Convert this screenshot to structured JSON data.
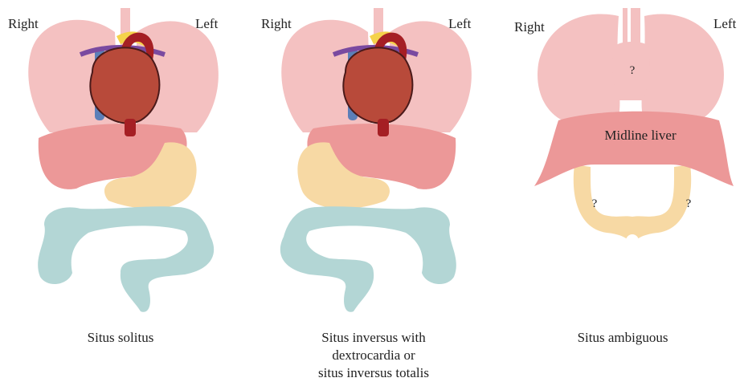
{
  "panels": [
    {
      "right_label": "Right",
      "left_label": "Left",
      "caption": [
        "Situs solitus"
      ]
    },
    {
      "right_label": "Right",
      "left_label": "Left",
      "caption": [
        "Situs inversus with",
        "dextrocardia or",
        "situs inversus totalis"
      ]
    },
    {
      "right_label": "Right",
      "left_label": "Left",
      "caption": [
        "Situs ambiguous"
      ],
      "liver_label": "Midline liver",
      "question_marks": [
        "?",
        "?",
        "?"
      ]
    }
  ],
  "colors": {
    "lung": "#f4c1c1",
    "liver": "#ec9898",
    "stomach": "#f7d9a4",
    "intestine": "#b3d6d5",
    "heart": "#b84a3a",
    "aorta": "#a51f24",
    "vessel_blue": "#5c7fb8",
    "vessel_yellow": "#f5d24a"
  }
}
